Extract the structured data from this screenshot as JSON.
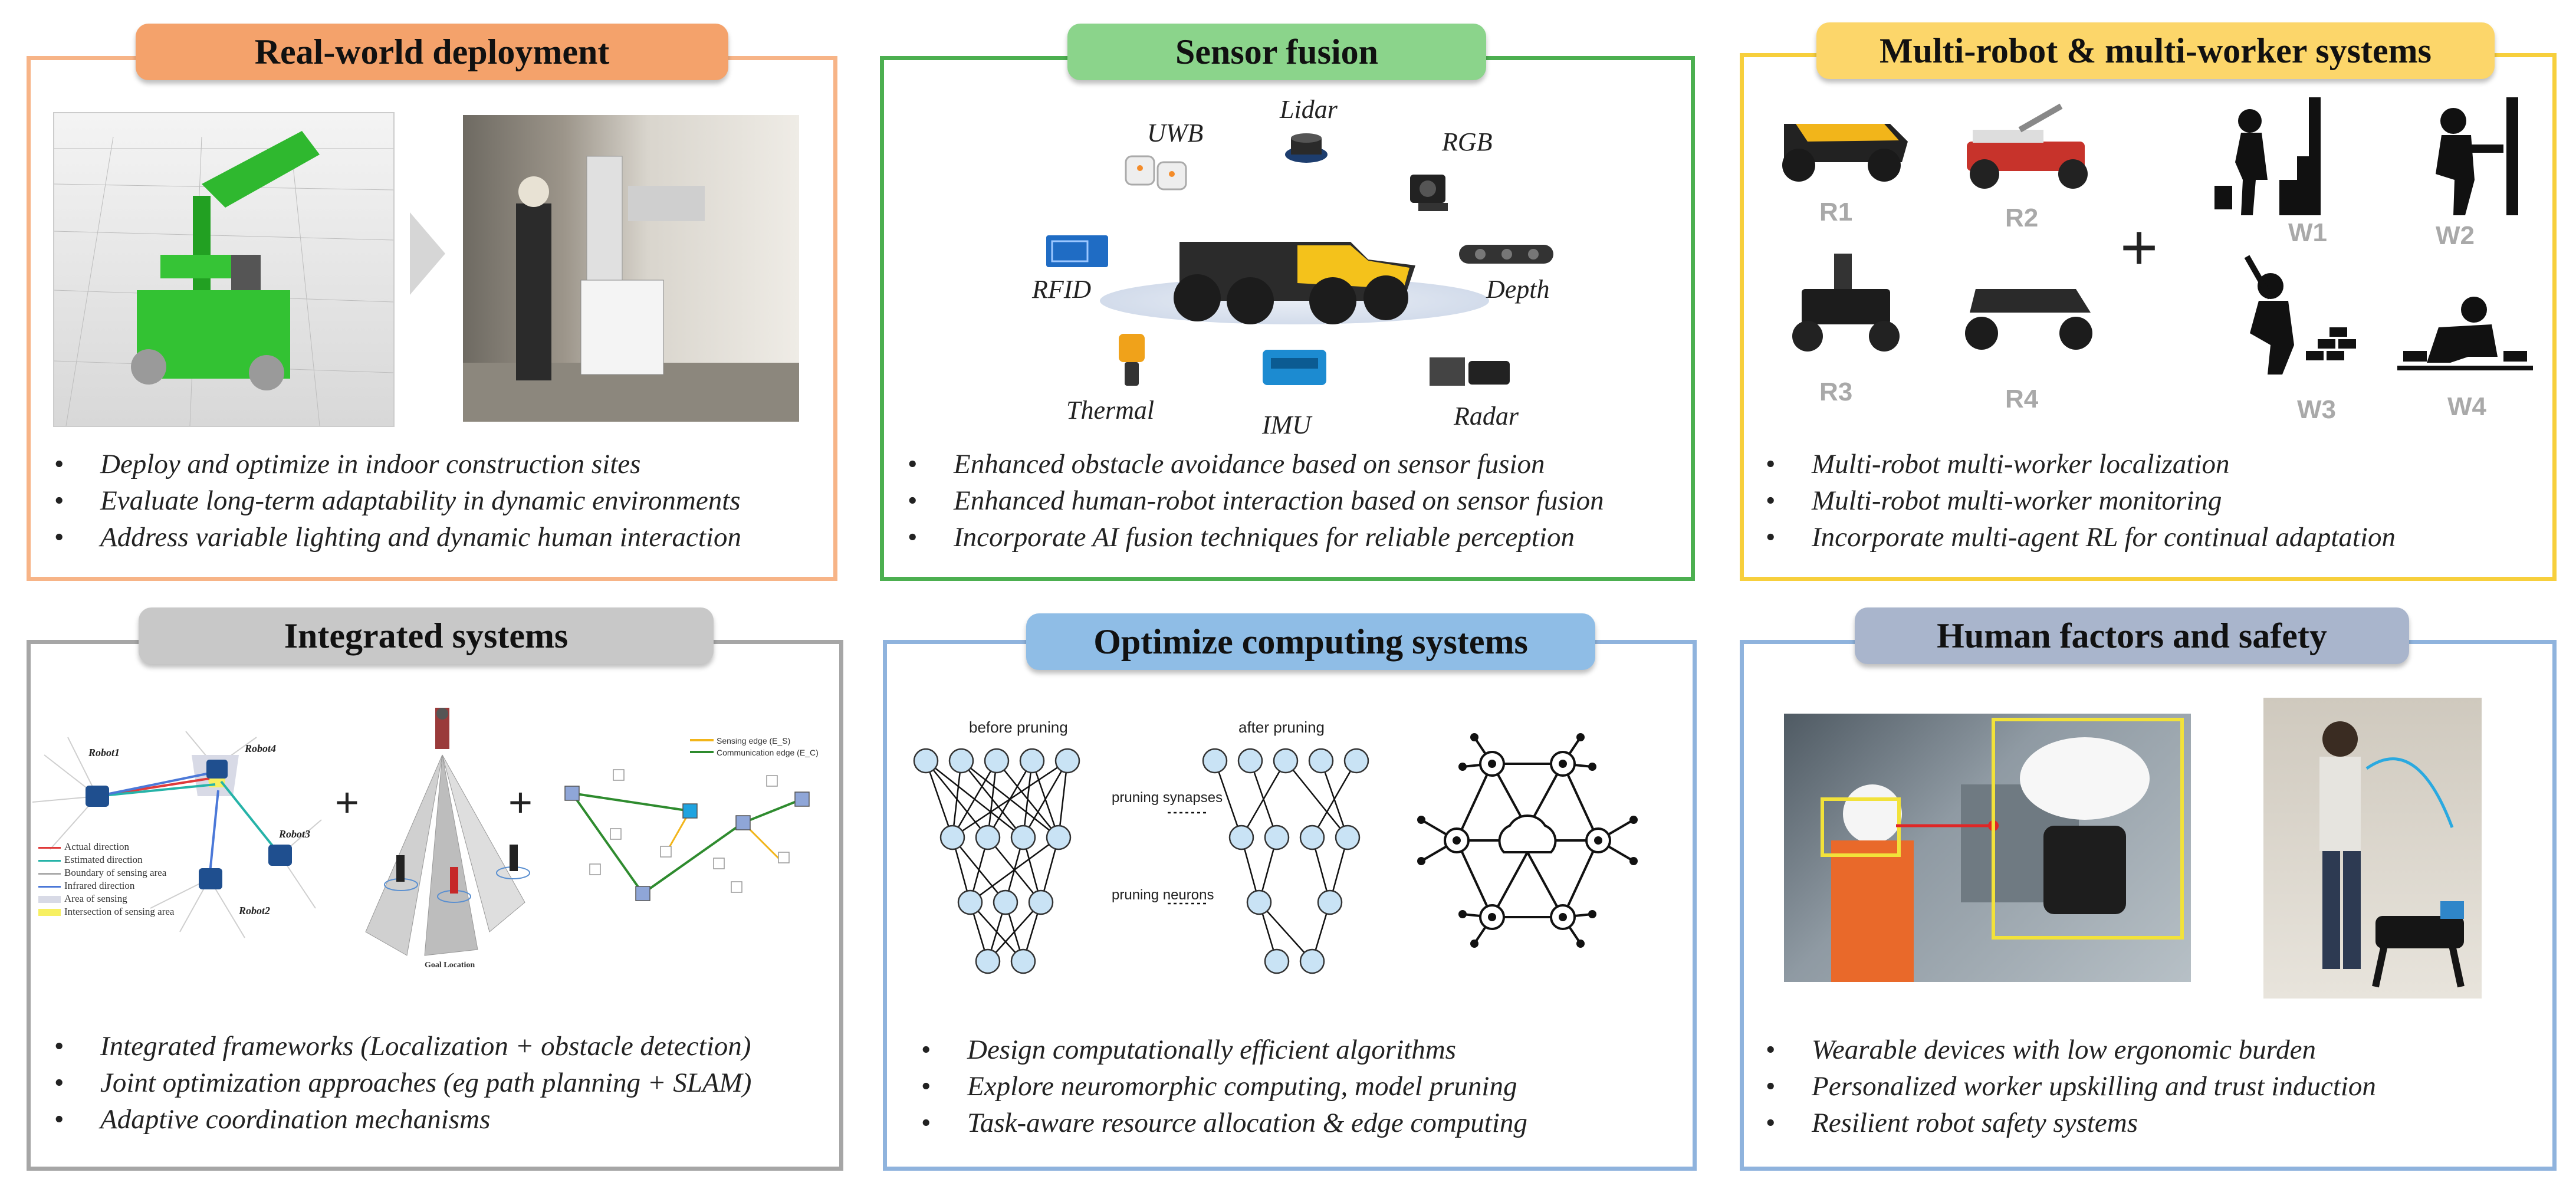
{
  "colors": {
    "orange": "#f4a26b",
    "orange_border": "#f7b487",
    "green": "#8bd48b",
    "green_border": "#4caf50",
    "yellow": "#fcd66a",
    "yellow_border": "#f7cf3c",
    "gray": "#c8c8c8",
    "gray_border": "#a6a6a6",
    "blue": "#8fbde6",
    "blue_border": "#8fb3dd",
    "slate": "#a9b5cc",
    "slate_border": "#8fb3dd"
  },
  "panels": {
    "real_world": {
      "title": "Real-world deployment",
      "bullets": [
        "Deploy and optimize in indoor construction sites",
        "Evaluate long-term adaptability in dynamic environments",
        "Address variable lighting and dynamic human interaction"
      ]
    },
    "sensor_fusion": {
      "title": "Sensor fusion",
      "labels": {
        "uwb": "UWB",
        "lidar": "Lidar",
        "rgb": "RGB",
        "rfid": "RFID",
        "depth": "Depth",
        "thermal": "Thermal",
        "imu": "IMU",
        "radar": "Radar"
      },
      "bullets": [
        "Enhanced obstacle avoidance based on sensor fusion",
        "Enhanced human-robot interaction based on sensor fusion",
        "Incorporate AI fusion techniques for reliable perception"
      ]
    },
    "multi_robot": {
      "title": "Multi-robot & multi-worker systems",
      "robots": [
        "R1",
        "R2",
        "R3",
        "R4"
      ],
      "workers": [
        "W1",
        "W2",
        "W3",
        "W4"
      ],
      "plus": "+",
      "bullets": [
        "Multi-robot multi-worker localization",
        "Multi-robot multi-worker monitoring",
        "Incorporate multi-agent RL for continual adaptation"
      ]
    },
    "integrated": {
      "title": "Integrated systems",
      "robot_labels": [
        "Robot1",
        "Robot4",
        "Robot3",
        "Robot2"
      ],
      "legend": [
        "Actual direction",
        "Estimated direction",
        "Boundary of sensing area",
        "Infrared direction",
        "Area of sensing",
        "Intersection of sensing area"
      ],
      "goal_label": "Goal Location",
      "graph_legend": [
        "Sensing edge (E_S)",
        "Communication edge (E_C)"
      ],
      "plus": "+",
      "bullets": [
        "Integrated frameworks (Localization + obstacle detection)",
        "Joint optimization approaches (eg path planning + SLAM)",
        "Adaptive coordination mechanisms"
      ]
    },
    "computing": {
      "title": "Optimize computing systems",
      "before_label": "before pruning",
      "after_label": "after pruning",
      "pruning_synapses": "pruning synapses",
      "pruning_neurons": "pruning neurons",
      "bullets": [
        "Design computationally efficient algorithms",
        "Explore neuromorphic computing, model pruning",
        "Task-aware resource allocation & edge computing"
      ]
    },
    "human_factors": {
      "title": "Human factors and safety",
      "bullets": [
        "Wearable devices with low ergonomic burden",
        "Personalized worker upskilling and trust induction",
        "Resilient robot safety systems"
      ]
    }
  }
}
